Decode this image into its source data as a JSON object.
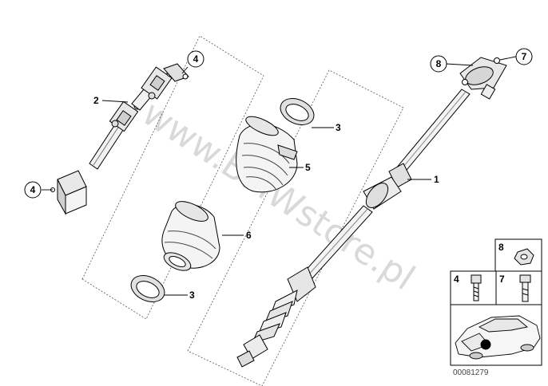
{
  "watermark": "www.BMWstore.pl",
  "doc_number": "00081279",
  "callouts": {
    "c1": "1",
    "c2": "2",
    "c3a": "3",
    "c3b": "3",
    "c4a": "4",
    "c4b": "4",
    "c5": "5",
    "c6": "6",
    "c7": "7",
    "c8": "8"
  },
  "legend": {
    "l8": "8",
    "l4": "4",
    "l7": "7"
  }
}
